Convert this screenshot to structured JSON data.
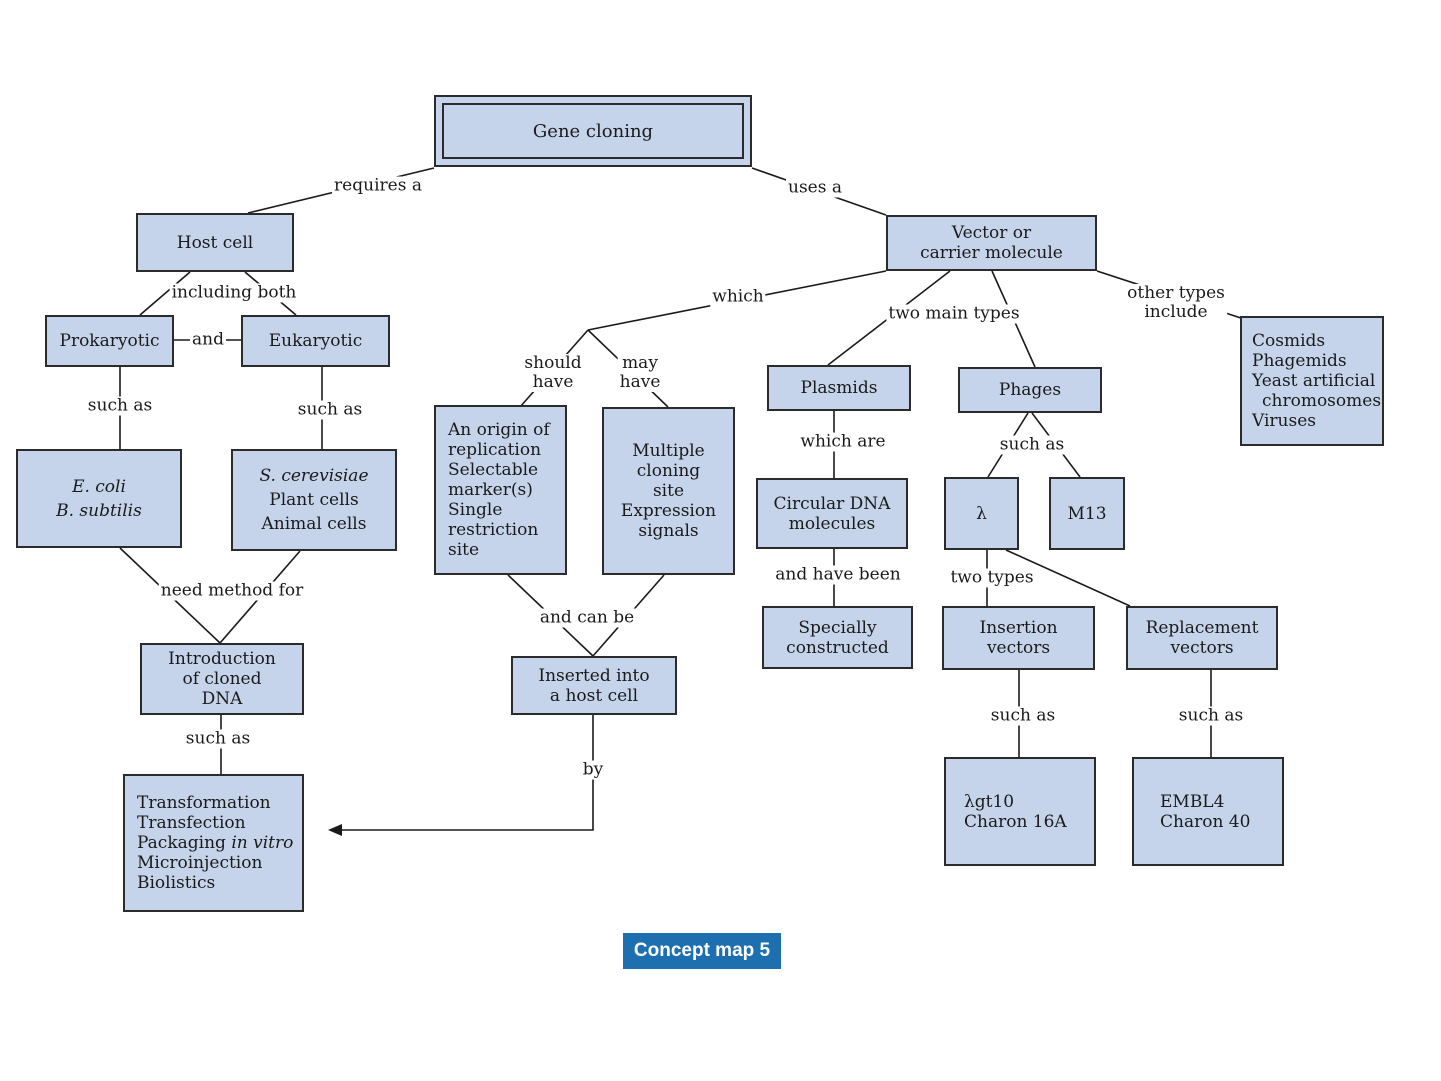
{
  "title": "Gene cloning",
  "caption": "Concept map 5",
  "nodes": {
    "host_cell": [
      "Host cell"
    ],
    "vector": [
      "Vector or",
      "carrier molecule"
    ],
    "prokaryotic": [
      "Prokaryotic"
    ],
    "eukaryotic": [
      "Eukaryotic"
    ],
    "prok_examples": [
      "E. coli",
      "B. subtilis"
    ],
    "euk_examples": [
      "S. cerevisiae",
      "Plant cells",
      "Animal cells"
    ],
    "introduction": [
      "Introduction",
      "of cloned",
      "DNA"
    ],
    "methods": [
      "Transformation",
      "Transfection",
      "Packaging in vitro",
      "Microinjection",
      "Biolistics"
    ],
    "origin": [
      "An origin of",
      "replication",
      "Selectable",
      "marker(s)",
      "Single",
      "restriction",
      "site"
    ],
    "multiple": [
      "Multiple",
      "cloning",
      "site",
      "Expression",
      "signals"
    ],
    "inserted": [
      "Inserted into",
      "a host cell"
    ],
    "plasmids": [
      "Plasmids"
    ],
    "circular": [
      "Circular DNA",
      "molecules"
    ],
    "specially": [
      "Specially",
      "constructed"
    ],
    "phages": [
      "Phages"
    ],
    "lambda": [
      "λ"
    ],
    "m13": [
      "M13"
    ],
    "insertion": [
      "Insertion",
      "vectors"
    ],
    "replacement": [
      "Replacement",
      "vectors"
    ],
    "lambda_examples": [
      "λgt10",
      "Charon 16A"
    ],
    "embl_examples": [
      "EMBL4",
      "Charon 40"
    ],
    "other_types": [
      "Cosmids",
      "Phagemids",
      "Yeast artificial",
      "chromosomes",
      "Viruses"
    ]
  },
  "labels": {
    "requires": "requires a",
    "uses": "uses a",
    "including": "including both",
    "and": "and",
    "such_as_prok": "such as",
    "such_as_euk": "such as",
    "need_method": "need method for",
    "such_as_intro": "such as",
    "which": "which",
    "should_have": [
      "should",
      "have"
    ],
    "may_have": [
      "may",
      "have"
    ],
    "and_can_be": "and can be",
    "by": "by",
    "two_main_types": "two main types",
    "other_types": [
      "other types",
      "include"
    ],
    "which_are": "which are",
    "and_have_been": "and have been",
    "such_as_phages": "such as",
    "two_types": "two types",
    "such_as_insertion": "such as",
    "such_as_replacement": "such as"
  },
  "colors": {
    "box_fill": "#c5d4ea",
    "box_border": "#2b2b2b",
    "caption_bg": "#1d6fb0",
    "caption_text": "#ffffff"
  }
}
